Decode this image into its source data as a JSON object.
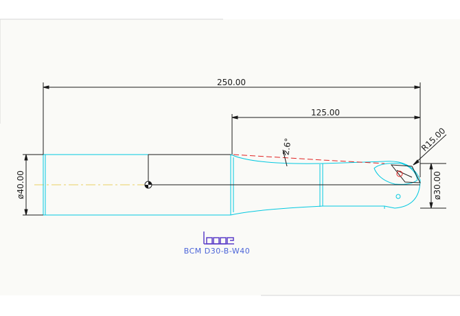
{
  "drawing": {
    "dimensions": {
      "overall_length": "250.00",
      "head_length": "125.00",
      "shank_diameter": "ø40.00",
      "head_diameter": "ø30.00",
      "radius": "R15.00",
      "taper_angle": "2.6°"
    },
    "brand_logo": "iscar",
    "part_number": "BCM D30-B-W40"
  },
  "colors": {
    "background": "#ffffff",
    "panel": "#fafaf7",
    "outline": "#00c8e0",
    "dimension": "#1a1a1a",
    "dashed_red": "#e02020",
    "center_line": "#e8d060",
    "label_blue": "#4a63d8",
    "logo_purple": "#5a3cc8"
  }
}
